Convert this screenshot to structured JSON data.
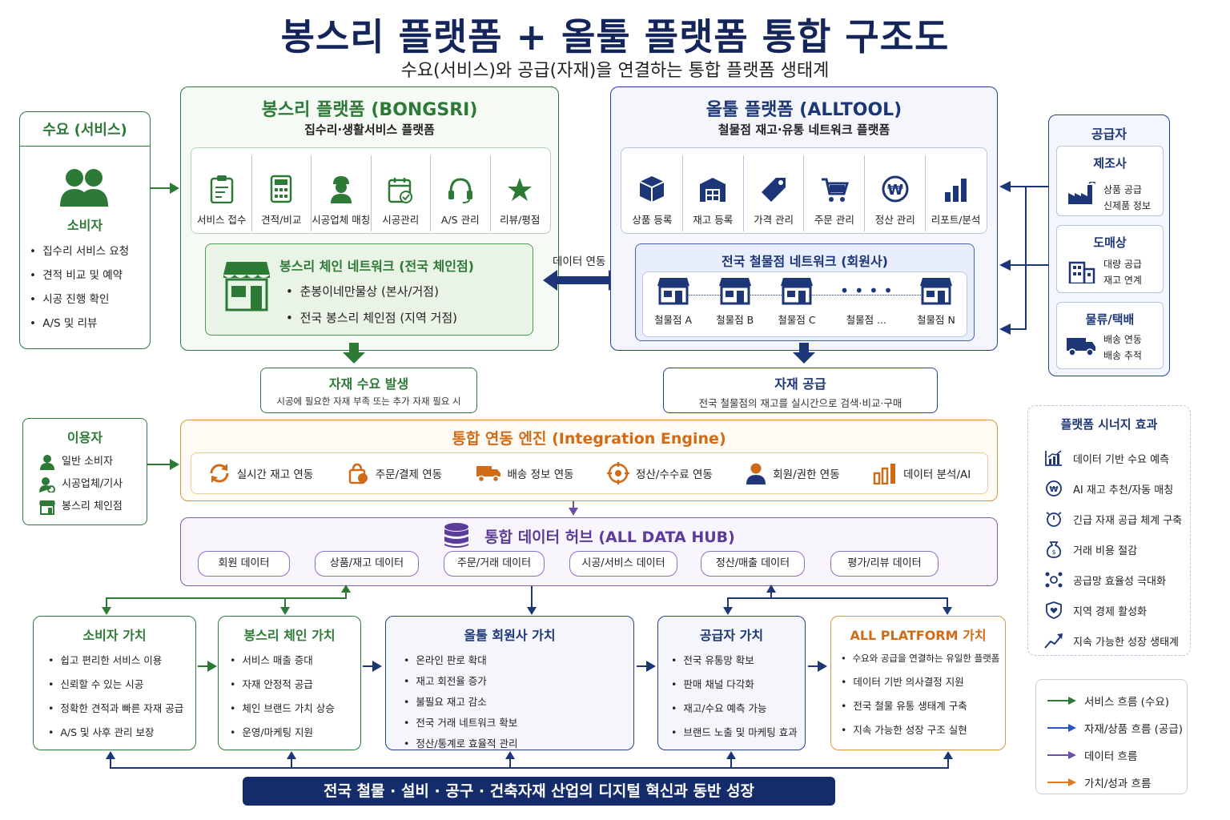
{
  "title": "봉스리 플랫폼 + 올툴 플랫폼 통합 구조도",
  "subtitle": "수요(서비스)와 공급(자재)을 연결하는 통합 플랫폼 생태계",
  "demand": {
    "title": "수요 (서비스)",
    "role": "소비자",
    "items": [
      "집수리 서비스 요청",
      "견적 비교 및 예약",
      "시공 진행 확인",
      "A/S 및 리뷰"
    ]
  },
  "bongsri": {
    "title": "봉스리 플랫폼 (BONGSRI)",
    "subtitle": "집수리·생활서비스 플랫폼",
    "features": [
      "서비스 접수",
      "견적/비교",
      "시공업체 매칭",
      "시공관리",
      "A/S 관리",
      "리뷰/평점"
    ],
    "chain": {
      "title": "봉스리 체인 네트워크 (전국 체인점)",
      "items": [
        "춘봉이네만물상 (본사/거점)",
        "전국 봉스리 체인점 (지역 거점)"
      ]
    }
  },
  "link_label": "데이터 연동",
  "alltool": {
    "title": "올툴 플랫폼 (ALLTOOL)",
    "subtitle": "철물점 재고·유통 네트워크 플랫폼",
    "features": [
      "상품 등록",
      "재고 등록",
      "가격 관리",
      "주문 관리",
      "정산 관리",
      "리포트/분석"
    ],
    "network": {
      "title": "전국 철물점 네트워크 (회원사)",
      "stores": [
        "철물점 A",
        "철물점 B",
        "철물점 C",
        "철물점 ...",
        "철물점 N"
      ]
    }
  },
  "suppliers": {
    "title": "공급자",
    "groups": [
      {
        "name": "제조사",
        "lines": [
          "상품 공급",
          "신제품 정보"
        ]
      },
      {
        "name": "도매상",
        "lines": [
          "대량 공급",
          "재고 연계"
        ]
      },
      {
        "name": "물류/택배",
        "lines": [
          "배송 연동",
          "배송 추적"
        ]
      }
    ]
  },
  "demand_event": {
    "title": "자재 수요 발생",
    "desc": "시공에 필요한 자재 부족 또는 추가 자재 필요 시"
  },
  "supply_event": {
    "title": "자재 공급",
    "desc": "전국 철물점의 재고를 실시간으로 검색·비교·구매"
  },
  "users": {
    "title": "이용자",
    "items": [
      "일반 소비자",
      "시공업체/기사",
      "봉스리 체인점"
    ]
  },
  "engine": {
    "title": "통합 연동 엔진 (Integration Engine)",
    "items": [
      "실시간 재고 연동",
      "주문/결제 연동",
      "배송 정보 연동",
      "정산/수수료 연동",
      "회원/권한 연동",
      "데이터 분석/AI"
    ]
  },
  "hub": {
    "title": "통합 데이터 허브 (ALL DATA HUB)",
    "items": [
      "회원 데이터",
      "상품/재고 데이터",
      "주문/거래 데이터",
      "시공/서비스 데이터",
      "정산/매출 데이터",
      "평가/리뷰 데이터"
    ]
  },
  "values": [
    {
      "title": "소비자 가치",
      "items": [
        "쉽고 편리한 서비스 이용",
        "신뢰할 수 있는 시공",
        "정확한 견적과 빠른 자재 공급",
        "A/S 및 사후 관리 보장"
      ]
    },
    {
      "title": "봉스리 체인 가치",
      "items": [
        "서비스 매출 증대",
        "자재 안정적 공급",
        "체인 브랜드 가치 상승",
        "운영/마케팅 지원"
      ]
    },
    {
      "title": "올툴 회원사 가치",
      "items": [
        "온라인 판로 확대",
        "재고 회전율 증가",
        "불필요 재고 감소",
        "전국 거래 네트워크 확보",
        "정산/통계로 효율적 관리"
      ]
    },
    {
      "title": "공급자 가치",
      "items": [
        "전국 유통망 확보",
        "판매 채널 다각화",
        "재고/수요 예측 가능",
        "브랜드 노출 및 마케팅 효과"
      ]
    },
    {
      "title": "ALL PLATFORM 가치",
      "items": [
        "수요와 공급을 연결하는 유일한 플랫폼",
        "데이터 기반 의사결정 지원",
        "전국 철물 유통 생태계 구축",
        "지속 가능한 성장 구조 실현"
      ]
    }
  ],
  "synergy": {
    "title": "플랫폼 시너지 효과",
    "items": [
      "데이터 기반 수요 예측",
      "AI 재고 추천/자동 매칭",
      "긴급 자재 공급 체계 구축",
      "거래 비용 절감",
      "공급망 효율성 극대화",
      "지역 경제 활성화",
      "지속 가능한 성장 생태계"
    ]
  },
  "legend": [
    {
      "label": "서비스 흐름 (수요)",
      "color": "#2d7a36"
    },
    {
      "label": "자재/상품 흐름 (공급)",
      "color": "#2a55c9"
    },
    {
      "label": "데이터 흐름",
      "color": "#6b4fa8"
    },
    {
      "label": "가치/성과 흐름",
      "color": "#e07a20"
    }
  ],
  "banner": "전국 철물 · 설비 · 공구 · 건축자재 산업의 디지털 혁신과 동반 성장"
}
